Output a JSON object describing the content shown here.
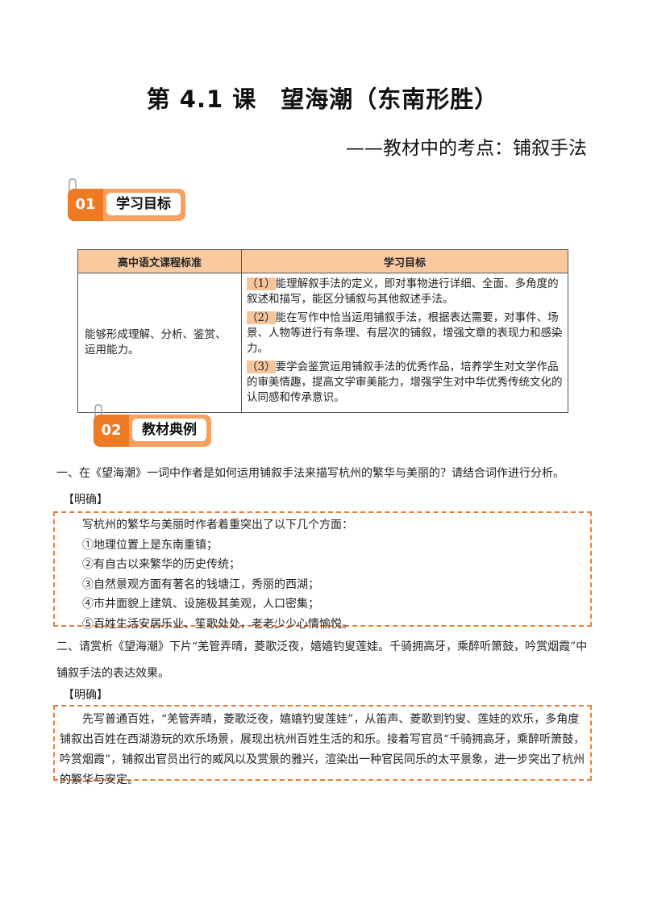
{
  "header": {
    "title": "第 4.1 课　望海潮（东南形胜）",
    "subtitle": "——教材中的考点：铺叙手法"
  },
  "section1": {
    "number": "01",
    "label": "学习目标"
  },
  "table": {
    "headers": [
      "高中语文课程标准",
      "学习目标"
    ],
    "standard": "能够形成理解、分析、鉴赏、运用能力。",
    "goals": [
      {
        "mark": "（1）",
        "text": "能理解叙手法的定义，即对事物进行详细、全面、多角度的叙述和描写，能区分铺叙与其他叙述手法。"
      },
      {
        "mark": "（2）",
        "text": "能在写作中恰当运用铺叙手法，根据表达需要，对事件、场景、人物等进行有条理、有层次的铺叙，增强文章的表现力和感染力。"
      },
      {
        "mark": "（3）",
        "text": "要学会鉴赏运用铺叙手法的优秀作品，培养学生对文学作品的审美情趣，提高文学审美能力，增强学生对中华优秀传统文化的认同感和传承意识。"
      }
    ]
  },
  "section2": {
    "number": "02",
    "label": "教材典例"
  },
  "q1": {
    "question": "一、在《望海潮》一词中作者是如何运用铺叙手法来描写杭州的繁华与美丽的？请结合词作进行分析。",
    "label": "【明确】",
    "lines": [
      "写杭州的繁华与美丽时作者着重突出了以下几个方面：",
      "①地理位置上是东南重镇；",
      "②有自古以来繁华的历史传统；",
      "③自然景观方面有著名的钱塘江，秀丽的西湖；",
      "④市井面貌上建筑、设施极其美观，人口密集；",
      "⑤百姓生活安居乐业、笙歌处处，老老少少心情愉悦。"
    ]
  },
  "q2": {
    "question": "二、请赏析《望海潮》下片“羌管弄晴，菱歌泛夜，嬉嬉钓叟莲娃。千骑拥高牙，乘醉听箫鼓，吟赏烟霞”中铺叙手法的表达效果。",
    "label": "【明确】",
    "answer": "先写普通百姓，“羌管弄晴，菱歌泛夜，嬉嬉钓叟莲娃”，从笛声、菱歌到钓叟、莲娃的欢乐，多角度铺叙出百姓在西湖游玩的欢乐场景，展现出杭州百姓生活的和乐。接着写官员“千骑拥高牙，乘醉听箫鼓，吟赏烟霞”，铺叙出官员出行的威风以及赏景的雅兴，渲染出一种官民同乐的太平景象，进一步突出了杭州的繁华与安定。"
  },
  "colors": {
    "accent": "#ee7b24",
    "tab": "#f4a161",
    "table_header": "#f9c9a0",
    "dash": "#ea7d34"
  }
}
